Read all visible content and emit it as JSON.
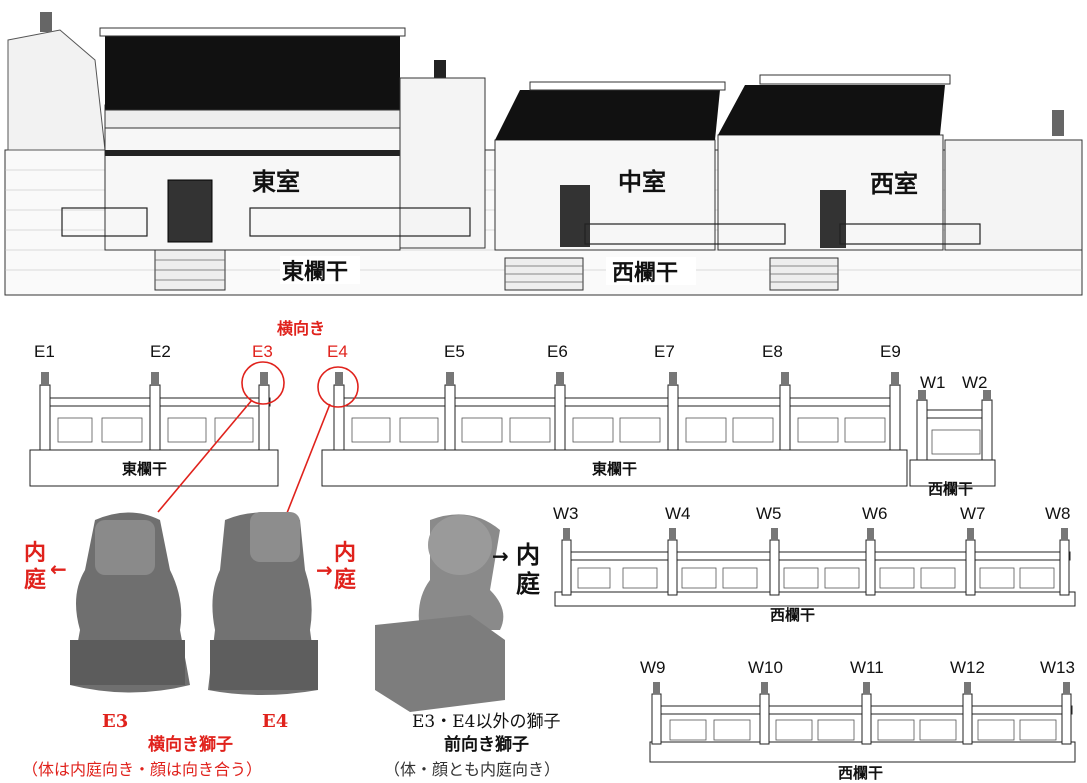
{
  "colors": {
    "accent_red": "#e0221c",
    "line": "#222222",
    "roof": "#111111"
  },
  "elevation": {
    "rooms": {
      "east": "東室",
      "middle": "中室",
      "west": "西室"
    },
    "railings": {
      "east": "東欄干",
      "west": "西欄干"
    }
  },
  "posts": {
    "east": [
      "E1",
      "E2",
      "E3",
      "E4",
      "E5",
      "E6",
      "E7",
      "E8",
      "E9"
    ],
    "west_a": [
      "W1",
      "W2"
    ],
    "west_b": [
      "W3",
      "W4",
      "W5",
      "W6",
      "W7",
      "W8"
    ],
    "west_c": [
      "W9",
      "W10",
      "W11",
      "W12",
      "W13"
    ]
  },
  "annotations": {
    "sideways_top": "横向き",
    "inner_court": [
      "内",
      "庭"
    ],
    "arrow_left": "←",
    "arrow_right": "→",
    "inner_court_horizontal": "内庭"
  },
  "rail_labels": {
    "east_1": "東欄干",
    "east_2": "東欄干",
    "west_a": "西欄干",
    "west_b": "西欄干",
    "west_c": "西欄干"
  },
  "captions": {
    "e3": "E3",
    "e4": "E4",
    "sideways_title": "横向き獅子",
    "sideways_note": "（体は内庭向き・顔は向き合う）",
    "others_line1": "E3・E4以外の獅子",
    "others_title": "前向き獅子",
    "others_note": "（体・顔とも内庭向き）"
  }
}
